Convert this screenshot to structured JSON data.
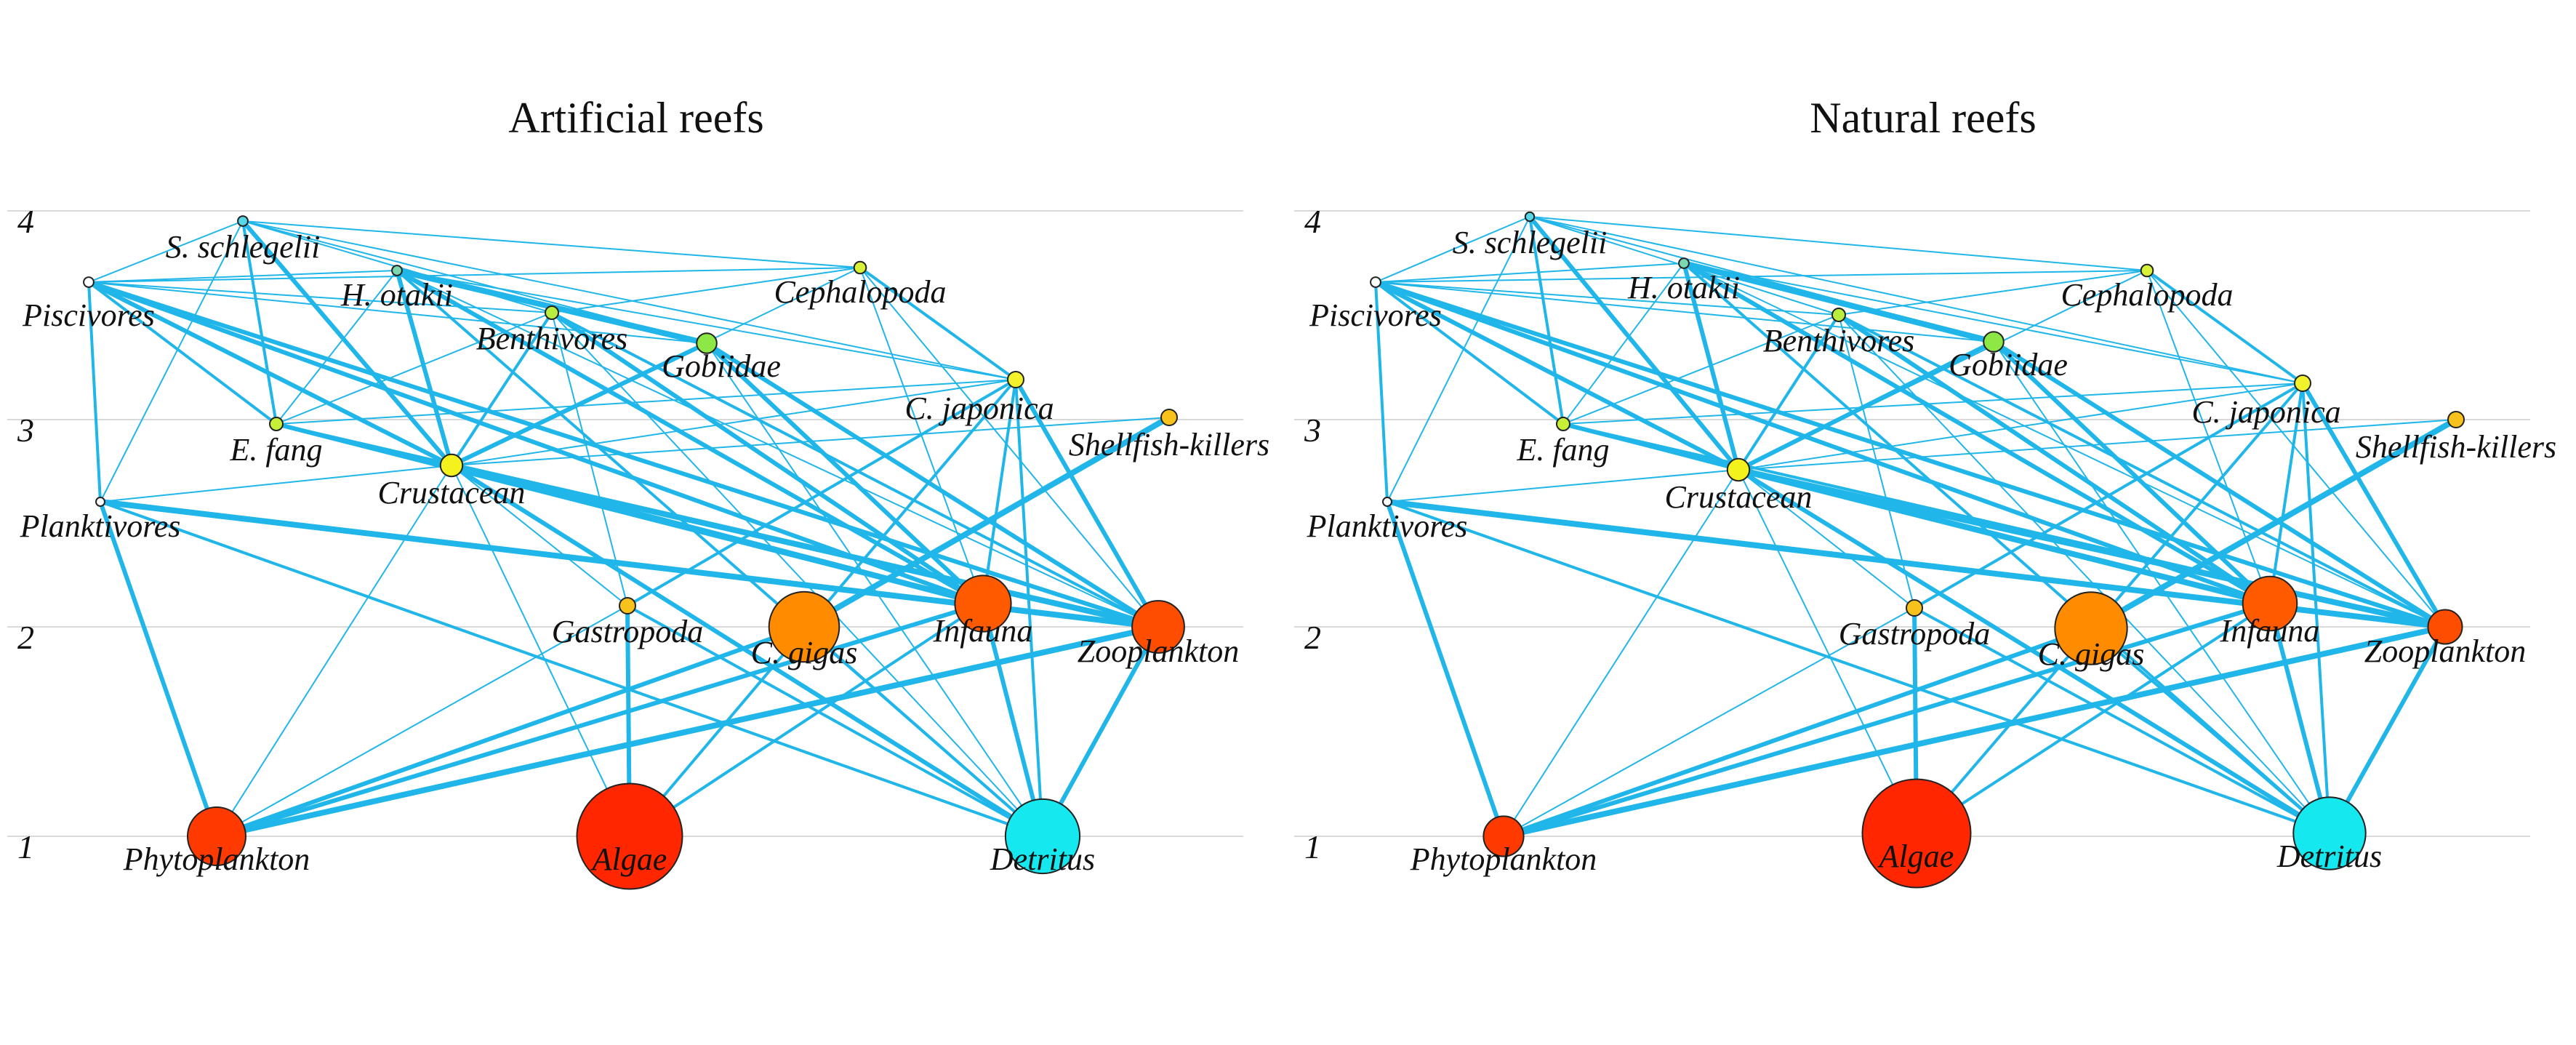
{
  "panels": [
    {
      "title": "Artificial reefs",
      "nodes": {
        "sschlegelii": {
          "label": "S. schlegelii",
          "size": 1,
          "color": "#57d6e6"
        },
        "piscivores": {
          "label": "Piscivores",
          "size": 1,
          "color": "#ffffff"
        },
        "hotakii": {
          "label": "H. otakii",
          "size": 1,
          "color": "#7cd7b0"
        },
        "cephalopoda": {
          "label": "Cephalopoda",
          "size": 1.2,
          "color": "#d8f23a"
        },
        "benthivores": {
          "label": "Benthivores",
          "size": 1.3,
          "color": "#b9ee3e"
        },
        "gobiidae": {
          "label": "Gobiidae",
          "size": 2,
          "color": "#8de846"
        },
        "cjaponica": {
          "label": "C. japonica",
          "size": 1.6,
          "color": "#f2f22c"
        },
        "shellfish": {
          "label": "Shellfish-killers",
          "size": 1.6,
          "color": "#f7c21c"
        },
        "efang": {
          "label": "E. fang",
          "size": 1.3,
          "color": "#c6ef3a"
        },
        "crustacean": {
          "label": "Crustacean",
          "size": 2.2,
          "color": "#f4f21c"
        },
        "planktivores": {
          "label": "Planktivores",
          "size": 0.8,
          "color": "#ffffff"
        },
        "gastropoda": {
          "label": "Gastropoda",
          "size": 1.6,
          "color": "#f7c21c"
        },
        "cgigas": {
          "label": "C. gigas",
          "size": 7,
          "color": "#ff8c00"
        },
        "infauna": {
          "label": "Infauna",
          "size": 5.6,
          "color": "#ff5a00"
        },
        "zooplankton": {
          "label": "Zooplankton",
          "size": 5.2,
          "color": "#ff4d00"
        },
        "phytoplankton": {
          "label": "Phytoplankton",
          "size": 5.8,
          "color": "#ff3a00"
        },
        "algae": {
          "label": "Algae",
          "size": 10.5,
          "color": "#ff2600"
        },
        "detritus": {
          "label": "Detritus",
          "size": 7.4,
          "color": "#16e8f0"
        }
      }
    },
    {
      "title": "Natural reefs",
      "nodes": {
        "sschlegelii": {
          "label": "S. schlegelii",
          "size": 0.9,
          "color": "#57d6e6"
        },
        "piscivores": {
          "label": "Piscivores",
          "size": 1,
          "color": "#ffffff"
        },
        "hotakii": {
          "label": "H. otakii",
          "size": 1,
          "color": "#7cd7b0"
        },
        "cephalopoda": {
          "label": "Cephalopoda",
          "size": 1.2,
          "color": "#d8f23a"
        },
        "benthivores": {
          "label": "Benthivores",
          "size": 1.3,
          "color": "#b9ee3e"
        },
        "gobiidae": {
          "label": "Gobiidae",
          "size": 2,
          "color": "#8de846"
        },
        "cjaponica": {
          "label": "C. japonica",
          "size": 1.6,
          "color": "#f2f22c"
        },
        "shellfish": {
          "label": "Shellfish-killers",
          "size": 1.6,
          "color": "#f7c21c"
        },
        "efang": {
          "label": "E. fang",
          "size": 1.3,
          "color": "#c6ef3a"
        },
        "crustacean": {
          "label": "Crustacean",
          "size": 2.2,
          "color": "#f4f21c"
        },
        "planktivores": {
          "label": "Planktivores",
          "size": 0.8,
          "color": "#ffffff"
        },
        "gastropoda": {
          "label": "Gastropoda",
          "size": 1.6,
          "color": "#f7c21c"
        },
        "cgigas": {
          "label": "C. gigas",
          "size": 7.2,
          "color": "#ff8c00"
        },
        "infauna": {
          "label": "Infauna",
          "size": 5.4,
          "color": "#ff5a00"
        },
        "zooplankton": {
          "label": "Zooplankton",
          "size": 3.4,
          "color": "#ff4d00"
        },
        "phytoplankton": {
          "label": "Phytoplankton",
          "size": 4,
          "color": "#ff3a00"
        },
        "algae": {
          "label": "Algae",
          "size": 10.8,
          "color": "#ff2600"
        },
        "detritus": {
          "label": "Detritus",
          "size": 7.2,
          "color": "#16e8f0"
        }
      }
    }
  ],
  "levels": [
    "1",
    "2",
    "3",
    "4"
  ],
  "edges": [
    [
      "sschlegelii",
      "piscivores",
      1
    ],
    [
      "sschlegelii",
      "cephalopoda",
      1
    ],
    [
      "sschlegelii",
      "cjaponica",
      1
    ],
    [
      "sschlegelii",
      "benthivores",
      1
    ],
    [
      "sschlegelii",
      "efang",
      2
    ],
    [
      "sschlegelii",
      "crustacean",
      3
    ],
    [
      "sschlegelii",
      "planktivores",
      1
    ],
    [
      "sschlegelii",
      "gobiidae",
      1
    ],
    [
      "piscivores",
      "hotakii",
      1
    ],
    [
      "piscivores",
      "cephalopoda",
      1
    ],
    [
      "piscivores",
      "benthivores",
      1
    ],
    [
      "piscivores",
      "efang",
      2
    ],
    [
      "piscivores",
      "crustacean",
      3
    ],
    [
      "piscivores",
      "planktivores",
      2
    ],
    [
      "piscivores",
      "infauna",
      3
    ],
    [
      "piscivores",
      "zooplankton",
      3
    ],
    [
      "piscivores",
      "gobiidae",
      1
    ],
    [
      "hotakii",
      "gobiidae",
      4
    ],
    [
      "hotakii",
      "crustacean",
      3
    ],
    [
      "hotakii",
      "cjaponica",
      1
    ],
    [
      "hotakii",
      "infauna",
      3
    ],
    [
      "hotakii",
      "zooplankton",
      1
    ],
    [
      "hotakii",
      "detritus",
      2
    ],
    [
      "hotakii",
      "efang",
      1
    ],
    [
      "cephalopoda",
      "benthivores",
      1
    ],
    [
      "cephalopoda",
      "crustacean",
      1
    ],
    [
      "cephalopoda",
      "cjaponica",
      2
    ],
    [
      "cephalopoda",
      "infauna",
      1
    ],
    [
      "cephalopoda",
      "zooplankton",
      1
    ],
    [
      "benthivores",
      "efang",
      1
    ],
    [
      "benthivores",
      "crustacean",
      2
    ],
    [
      "benthivores",
      "infauna",
      3
    ],
    [
      "benthivores",
      "zooplankton",
      2
    ],
    [
      "benthivores",
      "gastropoda",
      1
    ],
    [
      "benthivores",
      "detritus",
      1
    ],
    [
      "gobiidae",
      "crustacean",
      3
    ],
    [
      "gobiidae",
      "infauna",
      3
    ],
    [
      "gobiidae",
      "zooplankton",
      3
    ],
    [
      "gobiidae",
      "detritus",
      1
    ],
    [
      "cjaponica",
      "crustacean",
      1
    ],
    [
      "cjaponica",
      "gastropoda",
      2
    ],
    [
      "cjaponica",
      "infauna",
      2
    ],
    [
      "cjaponica",
      "zooplankton",
      3
    ],
    [
      "cjaponica",
      "detritus",
      2
    ],
    [
      "cjaponica",
      "algae",
      2
    ],
    [
      "cjaponica",
      "efang",
      1
    ],
    [
      "shellfish",
      "cgigas",
      4
    ],
    [
      "shellfish",
      "crustacean",
      1
    ],
    [
      "efang",
      "crustacean",
      2
    ],
    [
      "efang",
      "infauna",
      3
    ],
    [
      "efang",
      "zooplankton",
      2
    ],
    [
      "crustacean",
      "infauna",
      4
    ],
    [
      "crustacean",
      "zooplankton",
      4
    ],
    [
      "crustacean",
      "phytoplankton",
      1
    ],
    [
      "crustacean",
      "detritus",
      3
    ],
    [
      "crustacean",
      "gastropoda",
      1
    ],
    [
      "crustacean",
      "algae",
      1
    ],
    [
      "crustacean",
      "planktivores",
      1
    ],
    [
      "planktivores",
      "zooplankton",
      4
    ],
    [
      "planktivores",
      "phytoplankton",
      3
    ],
    [
      "planktivores",
      "detritus",
      2
    ],
    [
      "gastropoda",
      "algae",
      3
    ],
    [
      "gastropoda",
      "detritus",
      2
    ],
    [
      "gastropoda",
      "phytoplankton",
      1
    ],
    [
      "cgigas",
      "phytoplankton",
      3
    ],
    [
      "cgigas",
      "detritus",
      2
    ],
    [
      "infauna",
      "phytoplankton",
      3
    ],
    [
      "infauna",
      "detritus",
      3
    ],
    [
      "infauna",
      "algae",
      2
    ],
    [
      "zooplankton",
      "phytoplankton",
      4
    ],
    [
      "zooplankton",
      "detritus",
      3
    ]
  ]
}
